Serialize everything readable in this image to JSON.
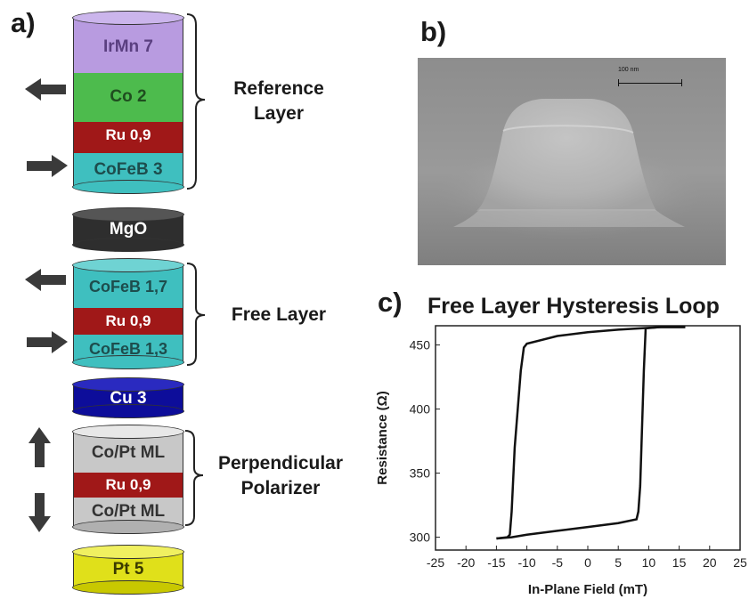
{
  "panels": {
    "a": "a)",
    "b": "b)",
    "c": "c)"
  },
  "layers": [
    {
      "label": "IrMn 7",
      "color": "#b89be0",
      "text_color": "#5a3f80"
    },
    {
      "label": "Co 2",
      "color": "#4dbb4d",
      "text_color": "#1f4d1f"
    },
    {
      "label": "Ru 0,9",
      "color": "#a01818",
      "text_color": "#ffffff"
    },
    {
      "label": "CoFeB 3",
      "color": "#3fbfbf",
      "text_color": "#1d4d4d"
    },
    {
      "label": "MgO",
      "color": "#2e2e2e",
      "text_color": "#ffffff"
    },
    {
      "label": "CoFeB 1,7",
      "color": "#3fbfbf",
      "text_color": "#1d4d4d"
    },
    {
      "label": "Ru 0,9",
      "color": "#a01818",
      "text_color": "#ffffff"
    },
    {
      "label": "CoFeB 1,3",
      "color": "#3fbfbf",
      "text_color": "#1d4d4d"
    },
    {
      "label": "Cu 3",
      "color": "#0d0d9a",
      "text_color": "#ffffff"
    },
    {
      "label": "Co/Pt ML",
      "color": "#c8c8c8",
      "text_color": "#333333"
    },
    {
      "label": "Ru 0,9",
      "color": "#a01818",
      "text_color": "#ffffff"
    },
    {
      "label": "Co/Pt ML",
      "color": "#c8c8c8",
      "text_color": "#333333"
    },
    {
      "label": "Pt 5",
      "color": "#e0e01a",
      "text_color": "#3a3a00"
    }
  ],
  "groups": {
    "reference": [
      "Reference",
      "Layer"
    ],
    "free": [
      "Free Layer"
    ],
    "polarizer": [
      "Perpendicular",
      "Polarizer"
    ]
  },
  "arrows": [
    {
      "layer": "Co 2",
      "direction": "left"
    },
    {
      "layer": "CoFeB 3",
      "direction": "right"
    },
    {
      "layer": "CoFeB 1,7",
      "direction": "left"
    },
    {
      "layer": "CoFeB 1,3",
      "direction": "right"
    },
    {
      "layer": "Co/Pt ML (upper)",
      "direction": "up"
    },
    {
      "layer": "Co/Pt ML (lower)",
      "direction": "down"
    }
  ],
  "sem": {
    "scale_label": "100 nm"
  },
  "chart_data": {
    "type": "line",
    "title": "Free Layer Hysteresis Loop",
    "xlabel": "In-Plane Field (mT)",
    "ylabel": "Resistance (Ω)",
    "xlim": [
      -25,
      25
    ],
    "ylim": [
      290,
      465
    ],
    "xticks": [
      -25,
      -20,
      -15,
      -10,
      -5,
      0,
      5,
      10,
      15,
      20,
      25
    ],
    "yticks": [
      300,
      350,
      400,
      450
    ],
    "grid": false,
    "series": [
      {
        "x": [
          -15,
          -12.5,
          -10,
          -5,
          0,
          5,
          8,
          8.3,
          8.6,
          8.8,
          9.0,
          9.2,
          9.5,
          12,
          16
        ],
        "y": [
          299,
          300,
          302,
          305,
          308,
          311,
          314,
          320,
          340,
          370,
          400,
          430,
          463,
          464,
          464
        ]
      },
      {
        "x": [
          16,
          12,
          5,
          0,
          -5,
          -10,
          -10.5,
          -11,
          -11.5,
          -12,
          -12.3,
          -12.5,
          -12.8,
          -13.2,
          -15
        ],
        "y": [
          464,
          464,
          462,
          460,
          457,
          451,
          448,
          430,
          400,
          370,
          340,
          320,
          302,
          300,
          299
        ]
      }
    ]
  }
}
